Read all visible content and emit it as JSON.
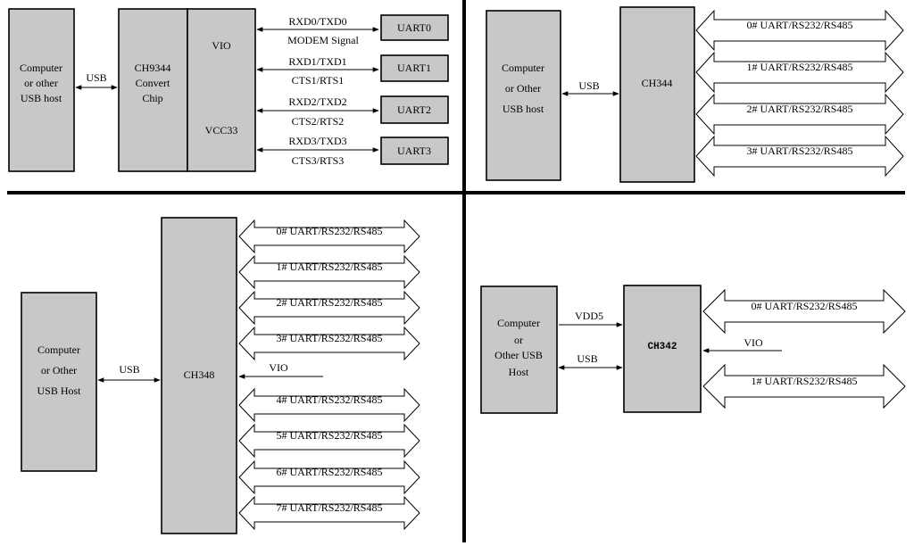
{
  "q1": {
    "host": [
      "Computer",
      "or other",
      "USB host"
    ],
    "usb": "USB",
    "chip": [
      "CH9344",
      "Convert",
      "Chip"
    ],
    "vio": "VIO",
    "vcc": "VCC33",
    "uarts": [
      {
        "name": "UART0",
        "top": "RXD0/TXD0",
        "bottom": "MODEM Signal"
      },
      {
        "name": "UART1",
        "top": "RXD1/TXD1",
        "bottom": "CTS1/RTS1"
      },
      {
        "name": "UART2",
        "top": "RXD2/TXD2",
        "bottom": "CTS2/RTS2"
      },
      {
        "name": "UART3",
        "top": "RXD3/TXD3",
        "bottom": "CTS3/RTS3"
      }
    ]
  },
  "q2": {
    "host": [
      "Computer",
      "or Other",
      "USB host"
    ],
    "usb": "USB",
    "chip": "CH344",
    "ports": [
      "0# UART/RS232/RS485",
      "1# UART/RS232/RS485",
      "2# UART/RS232/RS485",
      "3# UART/RS232/RS485"
    ]
  },
  "q3": {
    "host": [
      "Computer",
      "or Other",
      "USB Host"
    ],
    "usb": "USB",
    "chip": "CH348",
    "vio": "VIO",
    "ports": [
      "0# UART/RS232/RS485",
      "1# UART/RS232/RS485",
      "2# UART/RS232/RS485",
      "3# UART/RS232/RS485",
      "4# UART/RS232/RS485",
      "5# UART/RS232/RS485",
      "6# UART/RS232/RS485",
      "7# UART/RS232/RS485"
    ]
  },
  "q4": {
    "host": [
      "Computer",
      "or",
      "Other USB",
      "Host"
    ],
    "vdd": "VDD5",
    "usb": "USB",
    "chip": "CH342",
    "vio": "VIO",
    "ports": [
      "0# UART/RS232/RS485",
      "1# UART/RS232/RS485"
    ]
  }
}
